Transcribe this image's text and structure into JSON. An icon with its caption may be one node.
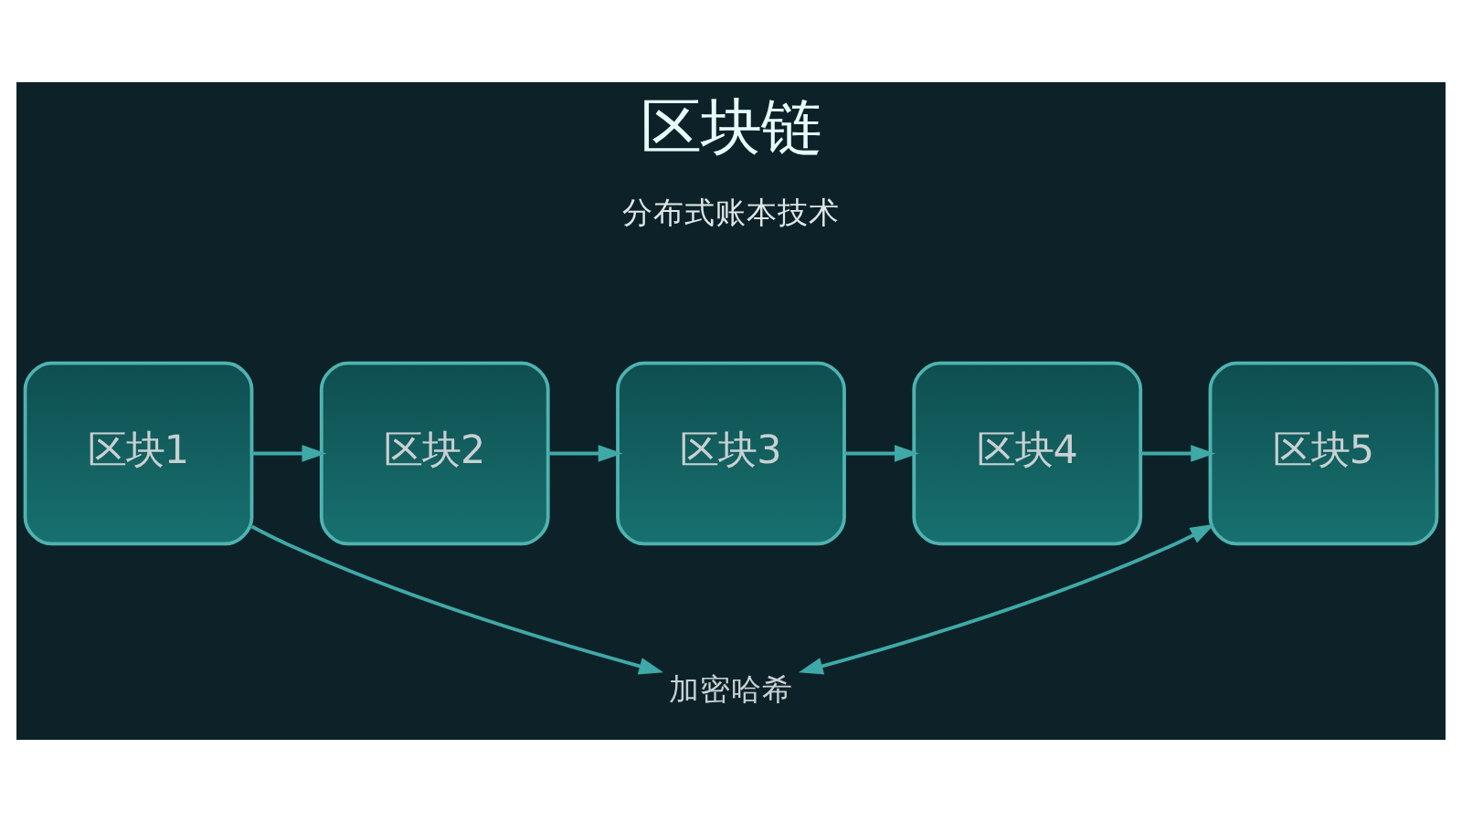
{
  "diagram": {
    "title": "区块链",
    "nodes": [
      {
        "text": [
          "区块1"
        ]
      },
      {
        "text": [
          "区块2"
        ]
      },
      {
        "text": [
          "区块3"
        ]
      },
      {
        "text": [
          "区块4"
        ]
      },
      {
        "text": [
          "区块5"
        ]
      },
      {
        "text": [
          "加密哈希"
        ]
      }
    ],
    "edges": [
      {
        "from": 0,
        "to": 1,
        "arrow": "to"
      },
      {
        "from": 1,
        "to": 2,
        "arrow": "to"
      },
      {
        "from": 2,
        "to": 3,
        "arrow": "to"
      },
      {
        "from": 3,
        "to": 4,
        "arrow": "to"
      },
      {
        "from": 0,
        "to": 5,
        "arrow": "to"
      },
      {
        "from": 4,
        "to": 5,
        "arrow": "both"
      }
    ],
    "labels": [
      "分布式账本技术"
    ]
  }
}
